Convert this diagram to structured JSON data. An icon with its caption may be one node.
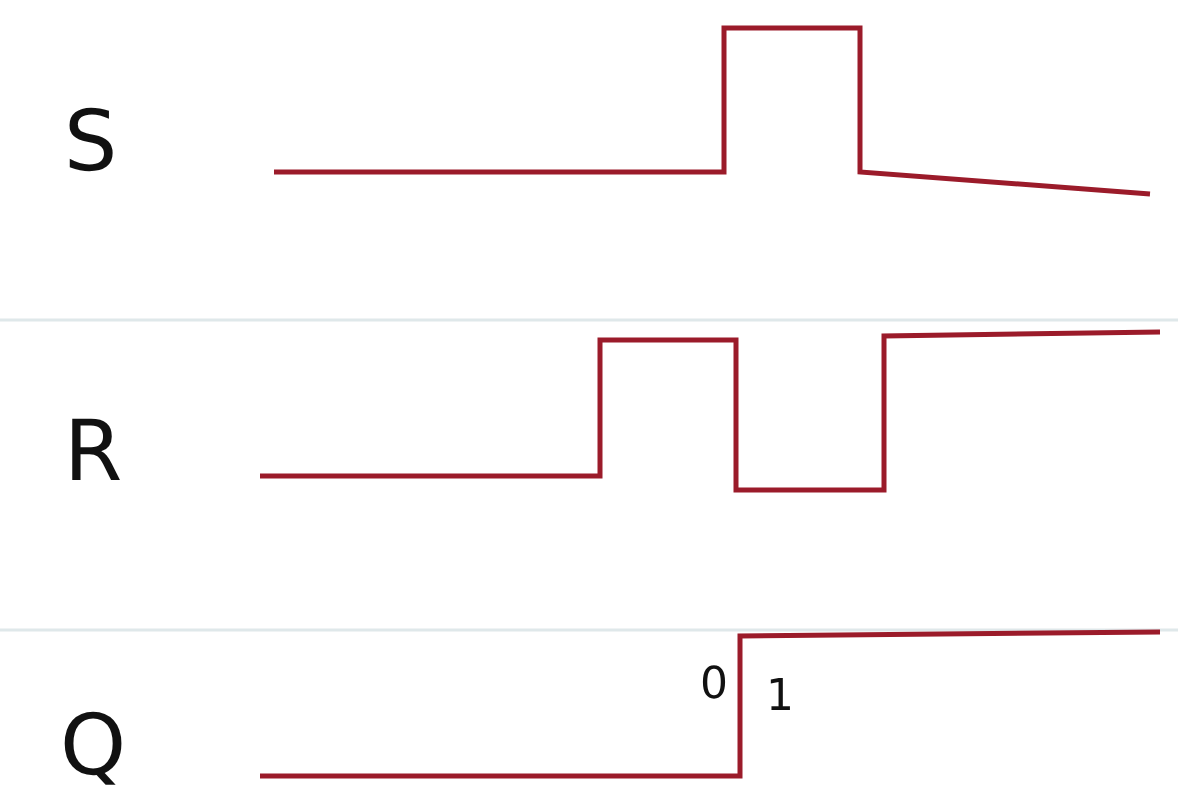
{
  "diagram": {
    "labels": [
      "S",
      "R",
      "Q",
      "0",
      "1"
    ]
  }
}
